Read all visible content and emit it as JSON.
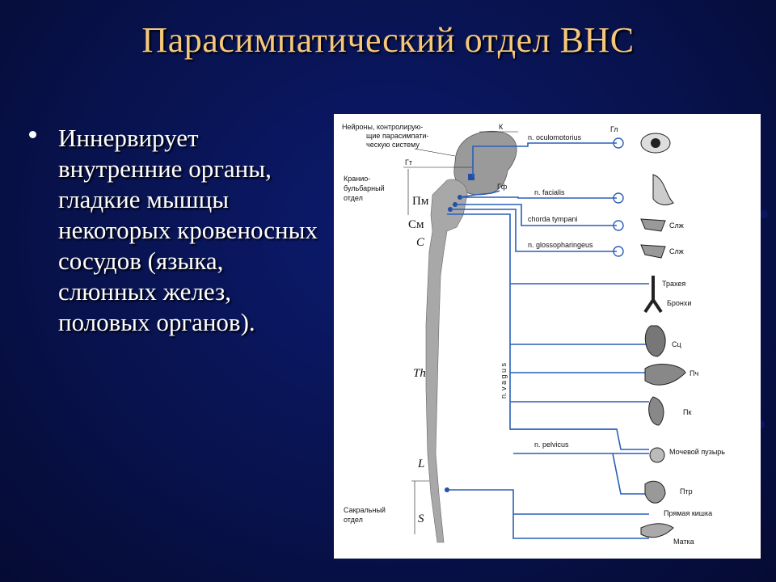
{
  "slide": {
    "title": "Парасимпатический отдел ВНС",
    "bullet": "Иннервирует внутренние органы, гладкие мышцы некоторых кровеносных сосудов (языка, слюнных желез, половых органов)."
  },
  "figure": {
    "labels": {
      "neurons": "Нейроны, контролирую-",
      "neurons2": "щие парасимпати-",
      "neurons3": "ческую систему",
      "k": "К",
      "gt": "Гт",
      "gf": "Гф",
      "cranio1": "Кранио-",
      "cranio2": "бульбарный",
      "cranio3": "отдел",
      "pm": "Пм",
      "sm": "См",
      "c": "C",
      "th": "Th",
      "l": "L",
      "s": "S",
      "sacral1": "Сакральный",
      "sacral2": "отдел",
      "vagus": "n. v a g u s"
    },
    "nerves": [
      "n. oculomotorius",
      "n. facialis",
      "chorda tympani",
      "n. glossopharingeus",
      "n. pelvicus"
    ],
    "organs": [
      "Гл",
      "Слж",
      "Слж",
      "Трахея",
      "Бронхи",
      "Сц",
      "Пч",
      "Пк",
      "Мочевой пузырь",
      "Птр",
      "Прямая кишка",
      "Матка"
    ]
  },
  "colors": {
    "title": "#f4c77b",
    "text": "#ffffff",
    "nerve": "#2a5fb8"
  }
}
